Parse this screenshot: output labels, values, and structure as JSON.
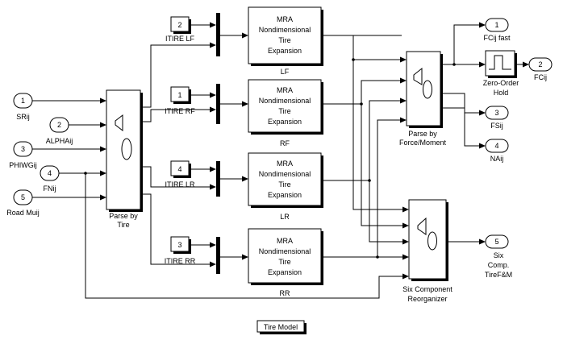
{
  "inports": [
    {
      "num": "1",
      "label": "SRij"
    },
    {
      "num": "2",
      "label": "ALPHAij"
    },
    {
      "num": "3",
      "label": "PHIWGij"
    },
    {
      "num": "4",
      "label": "FNij"
    },
    {
      "num": "5",
      "label": "Road Muij"
    }
  ],
  "constants": [
    {
      "value": "2",
      "label": "ITIRE LF"
    },
    {
      "value": "1",
      "label": "ITIRE RF"
    },
    {
      "value": "4",
      "label": "ITIRE LR"
    },
    {
      "value": "3",
      "label": "ITIRE RR"
    }
  ],
  "mra_blocks": [
    {
      "lines": [
        "MRA",
        "Nondimensional",
        "Tire",
        "Expansion"
      ],
      "label": "LF"
    },
    {
      "lines": [
        "MRA",
        "Nondimensional",
        "Tire",
        "Expansion"
      ],
      "label": "RF"
    },
    {
      "lines": [
        "MRA",
        "Nondimensional",
        "Tire",
        "Expansion"
      ],
      "label": "LR"
    },
    {
      "lines": [
        "MRA",
        "Nondimensional",
        "Tire",
        "Expansion"
      ],
      "label": "RR"
    }
  ],
  "parse_tire": {
    "label_lines": [
      "Parse by",
      "Tire"
    ]
  },
  "parse_force": {
    "label_lines": [
      "Parse by",
      "Force/Moment"
    ]
  },
  "six_comp": {
    "label_lines": [
      "Six Component",
      "Reorganizer"
    ]
  },
  "zoh": {
    "label_lines": [
      "Zero-Order",
      "Hold"
    ]
  },
  "outports": [
    {
      "num": "1",
      "label": "FCij fast"
    },
    {
      "num": "2",
      "label": "FCij"
    },
    {
      "num": "3",
      "label": "FSij"
    },
    {
      "num": "4",
      "label": "NAij"
    },
    {
      "num": "5",
      "label_lines": [
        "Six",
        "Comp.",
        "TireF&M"
      ]
    }
  ],
  "model_title": "Tire Model"
}
